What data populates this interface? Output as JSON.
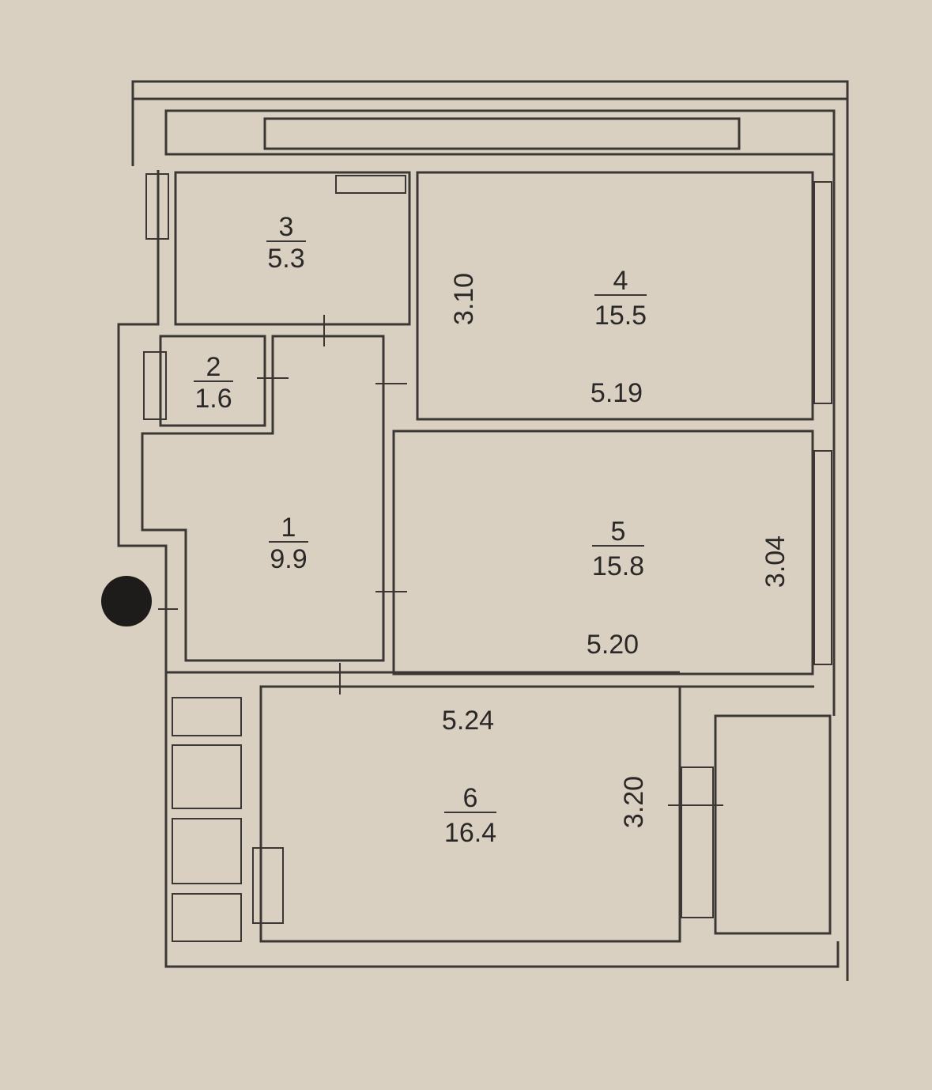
{
  "plan": {
    "rooms": [
      {
        "number": "1",
        "area": "9.9"
      },
      {
        "number": "2",
        "area": "1.6"
      },
      {
        "number": "3",
        "area": "5.3"
      },
      {
        "number": "4",
        "area": "15.5"
      },
      {
        "number": "5",
        "area": "15.8"
      },
      {
        "number": "6",
        "area": "16.4"
      }
    ],
    "dimensions": {
      "room3_4_height": "3.10",
      "room4_width": "5.19",
      "room5_height": "3.04",
      "room5_width": "5.20",
      "room6_width": "5.24",
      "room6_height": "3.20"
    },
    "colors": {
      "paper": "#d9d0c1",
      "ink": "#3a3734"
    }
  }
}
